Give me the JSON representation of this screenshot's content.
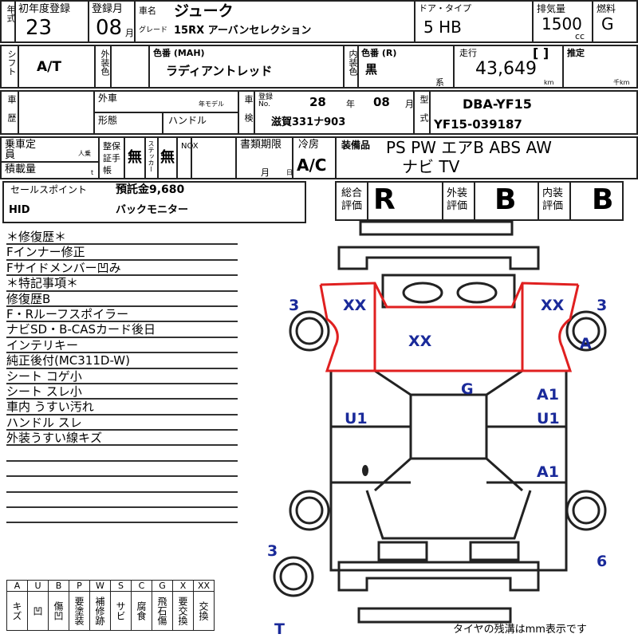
{
  "header": {
    "year_label": "年式",
    "first_reg_label": "初年度登録",
    "first_reg_value": "23",
    "reg_month_label": "登録月",
    "reg_month_value": "08",
    "month_unit": "月",
    "car_name_label": "車名",
    "car_name": "ジューク",
    "grade_label": "グレード",
    "grade": "15RX アーバンセレクション",
    "door_type_label": "ドア・タイプ",
    "door_type": "5 HB",
    "displacement_label": "排気量",
    "displacement": "1500",
    "cc_unit": "cc",
    "fuel_label": "燃料",
    "fuel": "G"
  },
  "row2": {
    "shift_label": "シフト",
    "shift": "A/T",
    "exterior_color_label": "外装色",
    "color_code_label": "色番 (MAH)",
    "color_name": "ラディアントレッド",
    "interior_color_label": "内装色",
    "interior_code_label": "色番 (R)",
    "interior_color": "黒",
    "interior_suffix": "系",
    "mileage_label": "走行",
    "mileage_bracket": "[ ]",
    "mileage": "43,649",
    "km_unit": "km",
    "estimate_label": "推定",
    "thousand_km": "千km"
  },
  "row3": {
    "history_label": "車歴",
    "foreign_label": "外車",
    "model_year_label": "年モデル",
    "body_label": "形態",
    "handle_label": "ハンドル",
    "inspection_label": "車検",
    "reg_no_label": "登録 No.",
    "inspection_year": "28",
    "year_unit": "年",
    "inspection_month": "08",
    "month_unit": "月",
    "plate": "滋賀331ナ903",
    "model_label": "型式",
    "model_code": "DBA-YF15",
    "chassis": "YF15-039187"
  },
  "row4": {
    "capacity_label": "乗車定員",
    "persons_unit": "人乗",
    "load_label": "積載量",
    "ton_unit": "t",
    "warranty_label": "整保証手帳",
    "warranty_value": "無",
    "sticker_label": "ステッカー",
    "sticker_value": "無",
    "nox_label": "NOX",
    "docs_label": "書類期限",
    "month": "月",
    "day": "日",
    "ac_label": "冷房",
    "ac": "A/C",
    "equipment_label": "装備品",
    "equipment_line1": "PS PW エアB ABS AW",
    "equipment_line2": "ナビ TV"
  },
  "sales": {
    "label": "セールスポイント",
    "deposit": "預託金9,680",
    "item1": "HID",
    "item2": "バックモニター"
  },
  "grades": {
    "overall_label": "総合評価",
    "overall": "R",
    "exterior_label": "外装評価",
    "exterior": "B",
    "interior_label": "内装評価",
    "interior": "B"
  },
  "notes": [
    "＊修復歴＊",
    "Fインナー修正",
    "Fサイドメンバー凹み",
    "＊特記事項＊",
    "修復歴B",
    "F・Rルーフスポイラー",
    "ナビSD・B-CASカード後日",
    "インテリキー",
    "純正後付(MC311D-W)",
    "シート コゲ小",
    "シート スレ小",
    "車内 うすい汚れ",
    "ハンドル スレ",
    "外装うすい線キズ",
    "",
    "",
    "",
    "",
    ""
  ],
  "diagram": {
    "marks": [
      "3",
      "XX",
      "XX",
      "XX",
      "3",
      "A",
      "G",
      "A1",
      "U1",
      "U1",
      "A1",
      "3",
      "6",
      "T"
    ],
    "outline_color": "#222222",
    "repair_color": "#e02020",
    "mark_color": "#1a2a9a"
  },
  "legend": {
    "codes": [
      "A",
      "U",
      "B",
      "P",
      "W",
      "S",
      "C",
      "G",
      "X",
      "XX"
    ],
    "meanings": [
      "キズ",
      "凹",
      "傷凹",
      "要塗装",
      "補修跡",
      "サビ",
      "腐食",
      "飛石傷",
      "要交換",
      "交換"
    ]
  },
  "footer": {
    "tire_note": "タイヤの残溝はmm表示です"
  }
}
